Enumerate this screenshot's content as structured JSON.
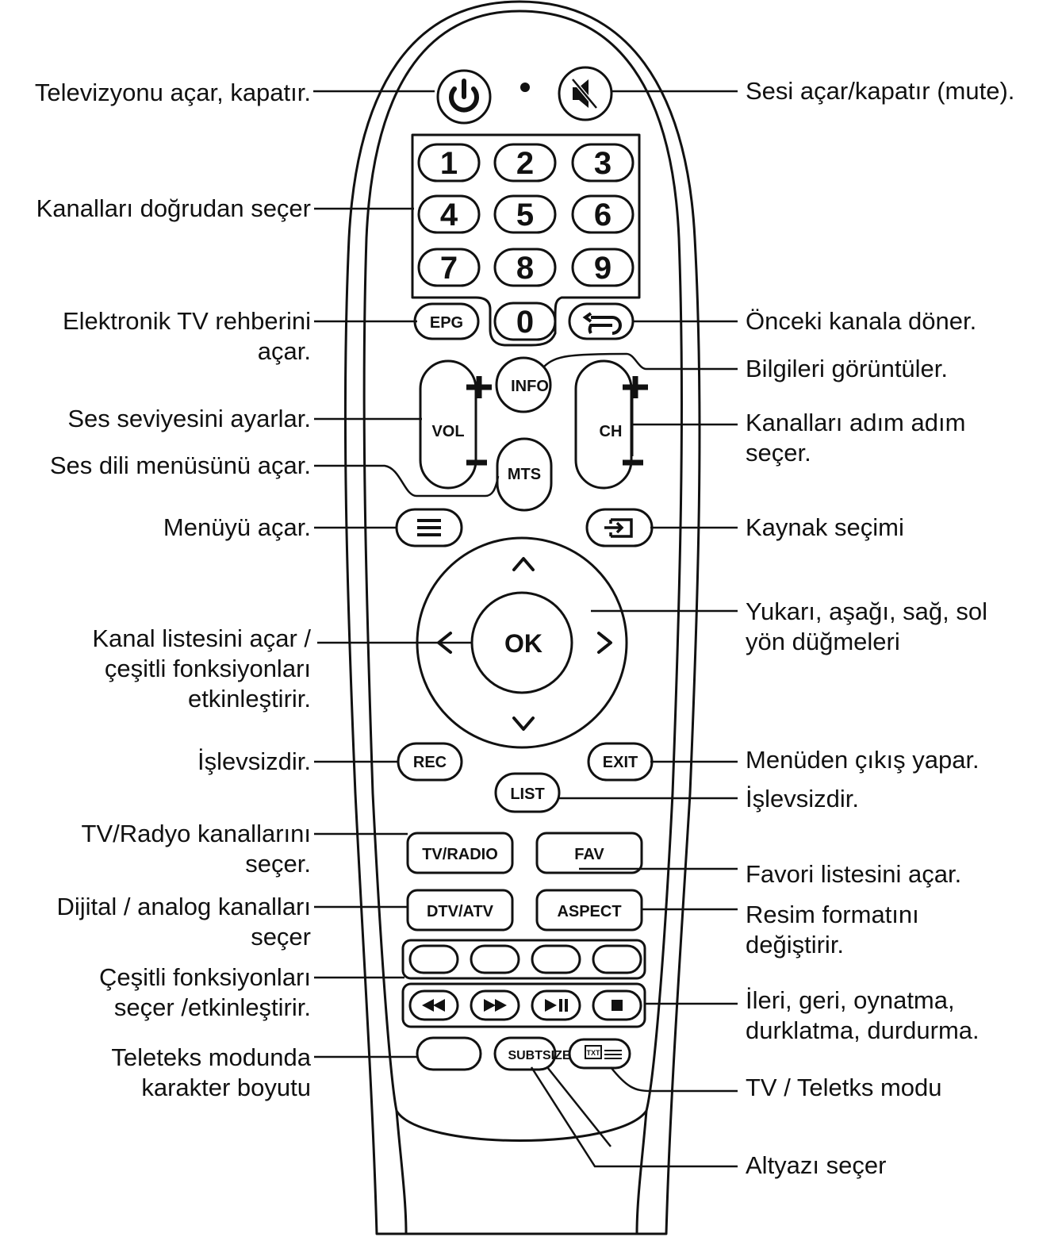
{
  "labels_left": [
    {
      "id": "power",
      "lines": [
        "Televizyonu açar, kapatır."
      ]
    },
    {
      "id": "digits",
      "lines": [
        "Kanalları doğrudan seçer"
      ]
    },
    {
      "id": "epg",
      "lines": [
        "Elektronik TV rehberini",
        "açar."
      ]
    },
    {
      "id": "vol",
      "lines": [
        "Ses seviyesini ayarlar."
      ]
    },
    {
      "id": "mts",
      "lines": [
        "Ses dili menüsünü açar."
      ]
    },
    {
      "id": "menu",
      "lines": [
        "Menüyü açar."
      ]
    },
    {
      "id": "ok",
      "lines": [
        "Kanal listesini açar /",
        "çeşitli fonksiyonları",
        "etkinleştirir."
      ]
    },
    {
      "id": "rec",
      "lines": [
        "İşlevsizdir."
      ]
    },
    {
      "id": "tvradio",
      "lines": [
        "TV/Radyo kanallarını",
        "seçer."
      ]
    },
    {
      "id": "dtvatv",
      "lines": [
        "Dijital / analog kanalları",
        "seçer"
      ]
    },
    {
      "id": "color",
      "lines": [
        "Çeşitli fonksiyonları",
        "seçer /etkinleştirir."
      ]
    },
    {
      "id": "size",
      "lines": [
        "Teleteks modunda",
        "karakter boyutu"
      ]
    }
  ],
  "labels_right": [
    {
      "id": "mute",
      "lines": [
        "Sesi açar/kapatır (mute)."
      ]
    },
    {
      "id": "recall",
      "lines": [
        "Önceki kanala döner."
      ]
    },
    {
      "id": "info",
      "lines": [
        "Bilgileri görüntüler."
      ]
    },
    {
      "id": "ch",
      "lines": [
        "Kanalları adım adım",
        "seçer."
      ]
    },
    {
      "id": "source",
      "lines": [
        "Kaynak seçimi"
      ]
    },
    {
      "id": "nav",
      "lines": [
        "Yukarı, aşağı, sağ, sol",
        "yön düğmeleri"
      ]
    },
    {
      "id": "exit",
      "lines": [
        "Menüden çıkış yapar."
      ]
    },
    {
      "id": "list",
      "lines": [
        "İşlevsizdir."
      ]
    },
    {
      "id": "fav",
      "lines": [
        "Favori listesini açar."
      ]
    },
    {
      "id": "aspect",
      "lines": [
        "Resim formatını",
        "değiştirir."
      ]
    },
    {
      "id": "media",
      "lines": [
        "İleri, geri, oynatma,",
        "durklatma, durdurma."
      ]
    },
    {
      "id": "txt",
      "lines": [
        "TV / Teletks modu"
      ]
    },
    {
      "id": "subtitle",
      "lines": [
        "Altyazı seçer"
      ]
    }
  ],
  "buttons": {
    "digits": [
      "1",
      "2",
      "3",
      "4",
      "5",
      "6",
      "7",
      "8",
      "9",
      "0"
    ],
    "epg": "EPG",
    "info": "INFO",
    "vol": "VOL",
    "ch": "CH",
    "mts": "MTS",
    "ok": "OK",
    "rec": "REC",
    "exit": "EXIT",
    "list": "LIST",
    "tvradio": "TV/RADIO",
    "fav": "FAV",
    "dtvatv": "DTV/ATV",
    "aspect": "ASPECT",
    "subtitle": "SUBTSIZE",
    "txt": "TXT"
  },
  "icons": [
    "power-icon",
    "mute-icon",
    "recall-icon",
    "menu-icon",
    "source-icon",
    "rewind-icon",
    "fast-forward-icon",
    "play-pause-icon",
    "stop-icon",
    "arrow-up-icon",
    "arrow-down-icon",
    "arrow-left-icon",
    "arrow-right-icon",
    "teletext-icon"
  ]
}
